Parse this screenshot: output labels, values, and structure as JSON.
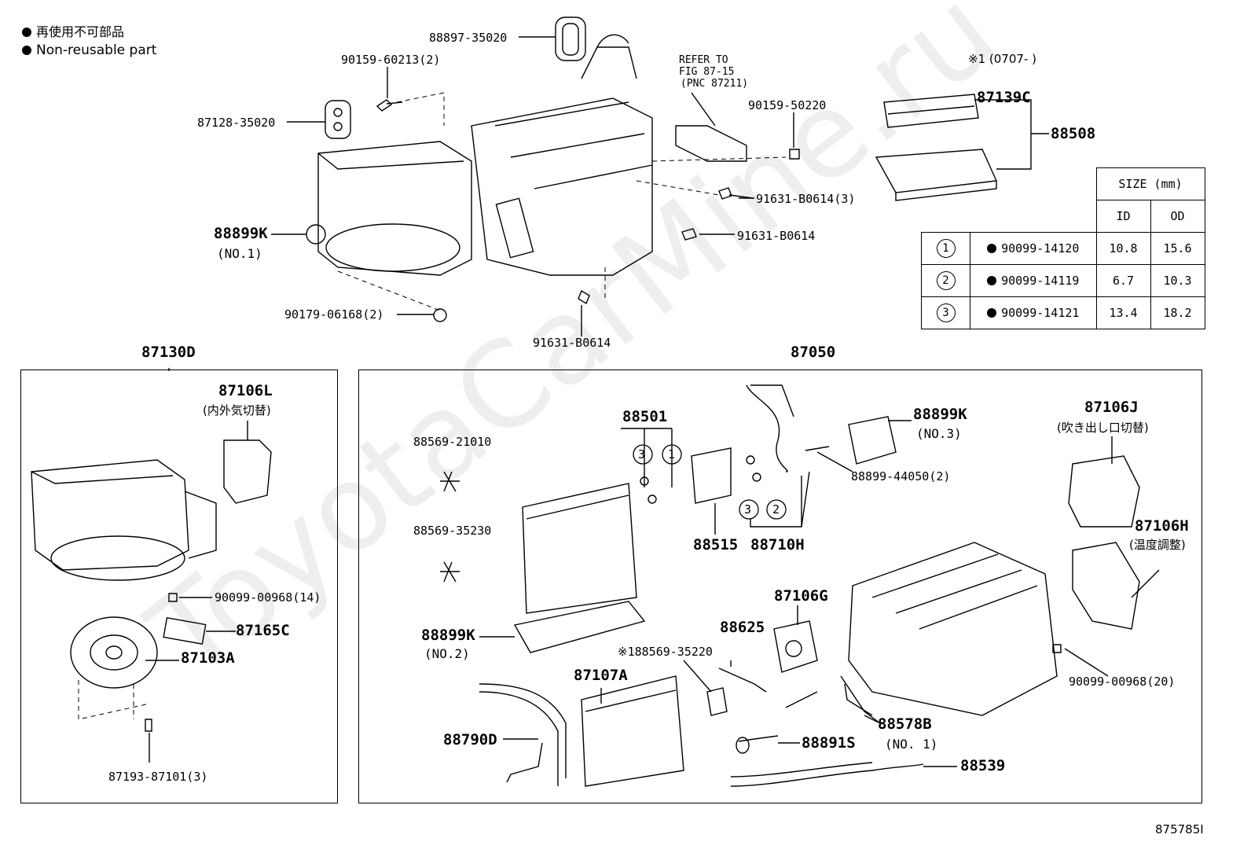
{
  "legend": {
    "jp": "再使用不可部品",
    "en": "Non-reusable part"
  },
  "watermark": "ToyotaCarMine.ru",
  "figure_id": "875785I",
  "top_labels": {
    "p88897": "88897-35020",
    "p90159a": "90159-60213(2)",
    "p87128": "87128-35020",
    "refer1": "REFER TO",
    "refer2": "FIG 87-15",
    "refer3": "(PNC 87211)",
    "p90159b": "90159-50220",
    "p91631a": "91631-B0614(3)",
    "p88899k1": "88899K",
    "p88899k1_sub": "(NO.1)",
    "p91631b": "91631-B0614",
    "p90179": "90179-06168(2)",
    "p91631c": "91631-B0614"
  },
  "filter": {
    "note": "※1 (0707-     )",
    "p87139c": "87139C",
    "p88508": "88508"
  },
  "size_table": {
    "header": "SIZE (mm)",
    "id": "ID",
    "od": "OD",
    "rows": [
      {
        "num": "1",
        "part": "90099-14120",
        "id": "10.8",
        "od": "15.6"
      },
      {
        "num": "2",
        "part": "90099-14119",
        "id": "6.7",
        "od": "10.3"
      },
      {
        "num": "3",
        "part": "90099-14121",
        "id": "13.4",
        "od": "18.2"
      }
    ]
  },
  "left_box": {
    "title": "87130D",
    "p87106l": "87106L",
    "p87106l_sub": "(内外気切替)",
    "p90099": "90099-00968(14)",
    "p87165c": "87165C",
    "p87103a": "87103A",
    "p87193": "87193-87101(3)"
  },
  "right_box": {
    "title": "87050",
    "p88501": "88501",
    "p88569a": "88569-21010",
    "p88569b": "88569-35230",
    "p88899k2": "88899K",
    "p88899k2_sub": "(NO.2)",
    "p88515": "88515",
    "p88710h": "88710H",
    "p88899k3": "88899K",
    "p88899k3_sub": "(NO.3)",
    "p88899_44050": "88899-44050(2)",
    "p87106j": "87106J",
    "p87106j_sub": "(吹き出し口切替)",
    "p87106h": "87106H",
    "p87106h_sub": "(温度調整)",
    "p87106g": "87106G",
    "p88625": "88625",
    "p88569c": "※188569-35220",
    "p87107a": "87107A",
    "p88790d": "88790D",
    "p88891s": "88891S",
    "p88578b": "88578B",
    "p88578b_sub": "(NO. 1)",
    "p88539": "88539",
    "p90099b": "90099-00968(20)",
    "c3": "3",
    "c1": "1",
    "c2": "2"
  }
}
